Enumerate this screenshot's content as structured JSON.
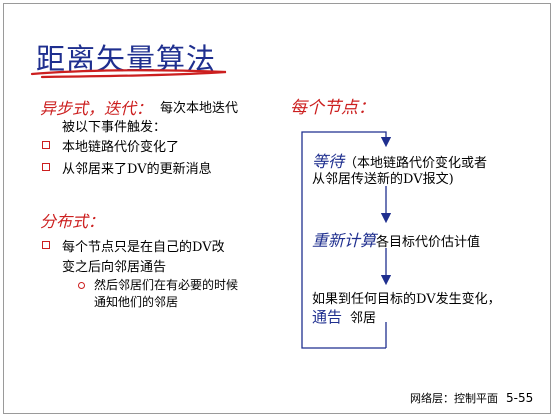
{
  "title": "距离矢量算法",
  "left": {
    "async_heading": "异步式，迭代：",
    "async_desc_1": "每次本地迭代",
    "async_desc_2": "被以下事件触发：",
    "async_bullets": [
      "本地链路代价变化了",
      "从邻居来了DV的更新消息"
    ],
    "dist_heading": "分布式：",
    "dist_bullet_1": "每个节点只是在自己的DV改",
    "dist_bullet_2": "变之后向邻居通告",
    "dist_sub_1": "然后邻居们在有必要的时候",
    "dist_sub_2": "通知他们的邻居"
  },
  "right": {
    "heading": "每个节点：",
    "wait_word": "等待",
    "wait_rest": "（本地链路代价变化或者",
    "wait_line2": "从邻居传送新的DV报文)",
    "recompute_word": "重新计算",
    "recompute_rest": "各目标代价估计值",
    "notify_line1": "如果到任何目标的DV发生变化，",
    "notify_word": "通告",
    "notify_rest": "邻居"
  },
  "footer": {
    "section": "网络层：控制平面",
    "page": "5-55"
  },
  "colors": {
    "title_blue": "#1f2f8f",
    "accent_red": "#cc1f1f",
    "flow_blue": "#1f2f8f"
  }
}
